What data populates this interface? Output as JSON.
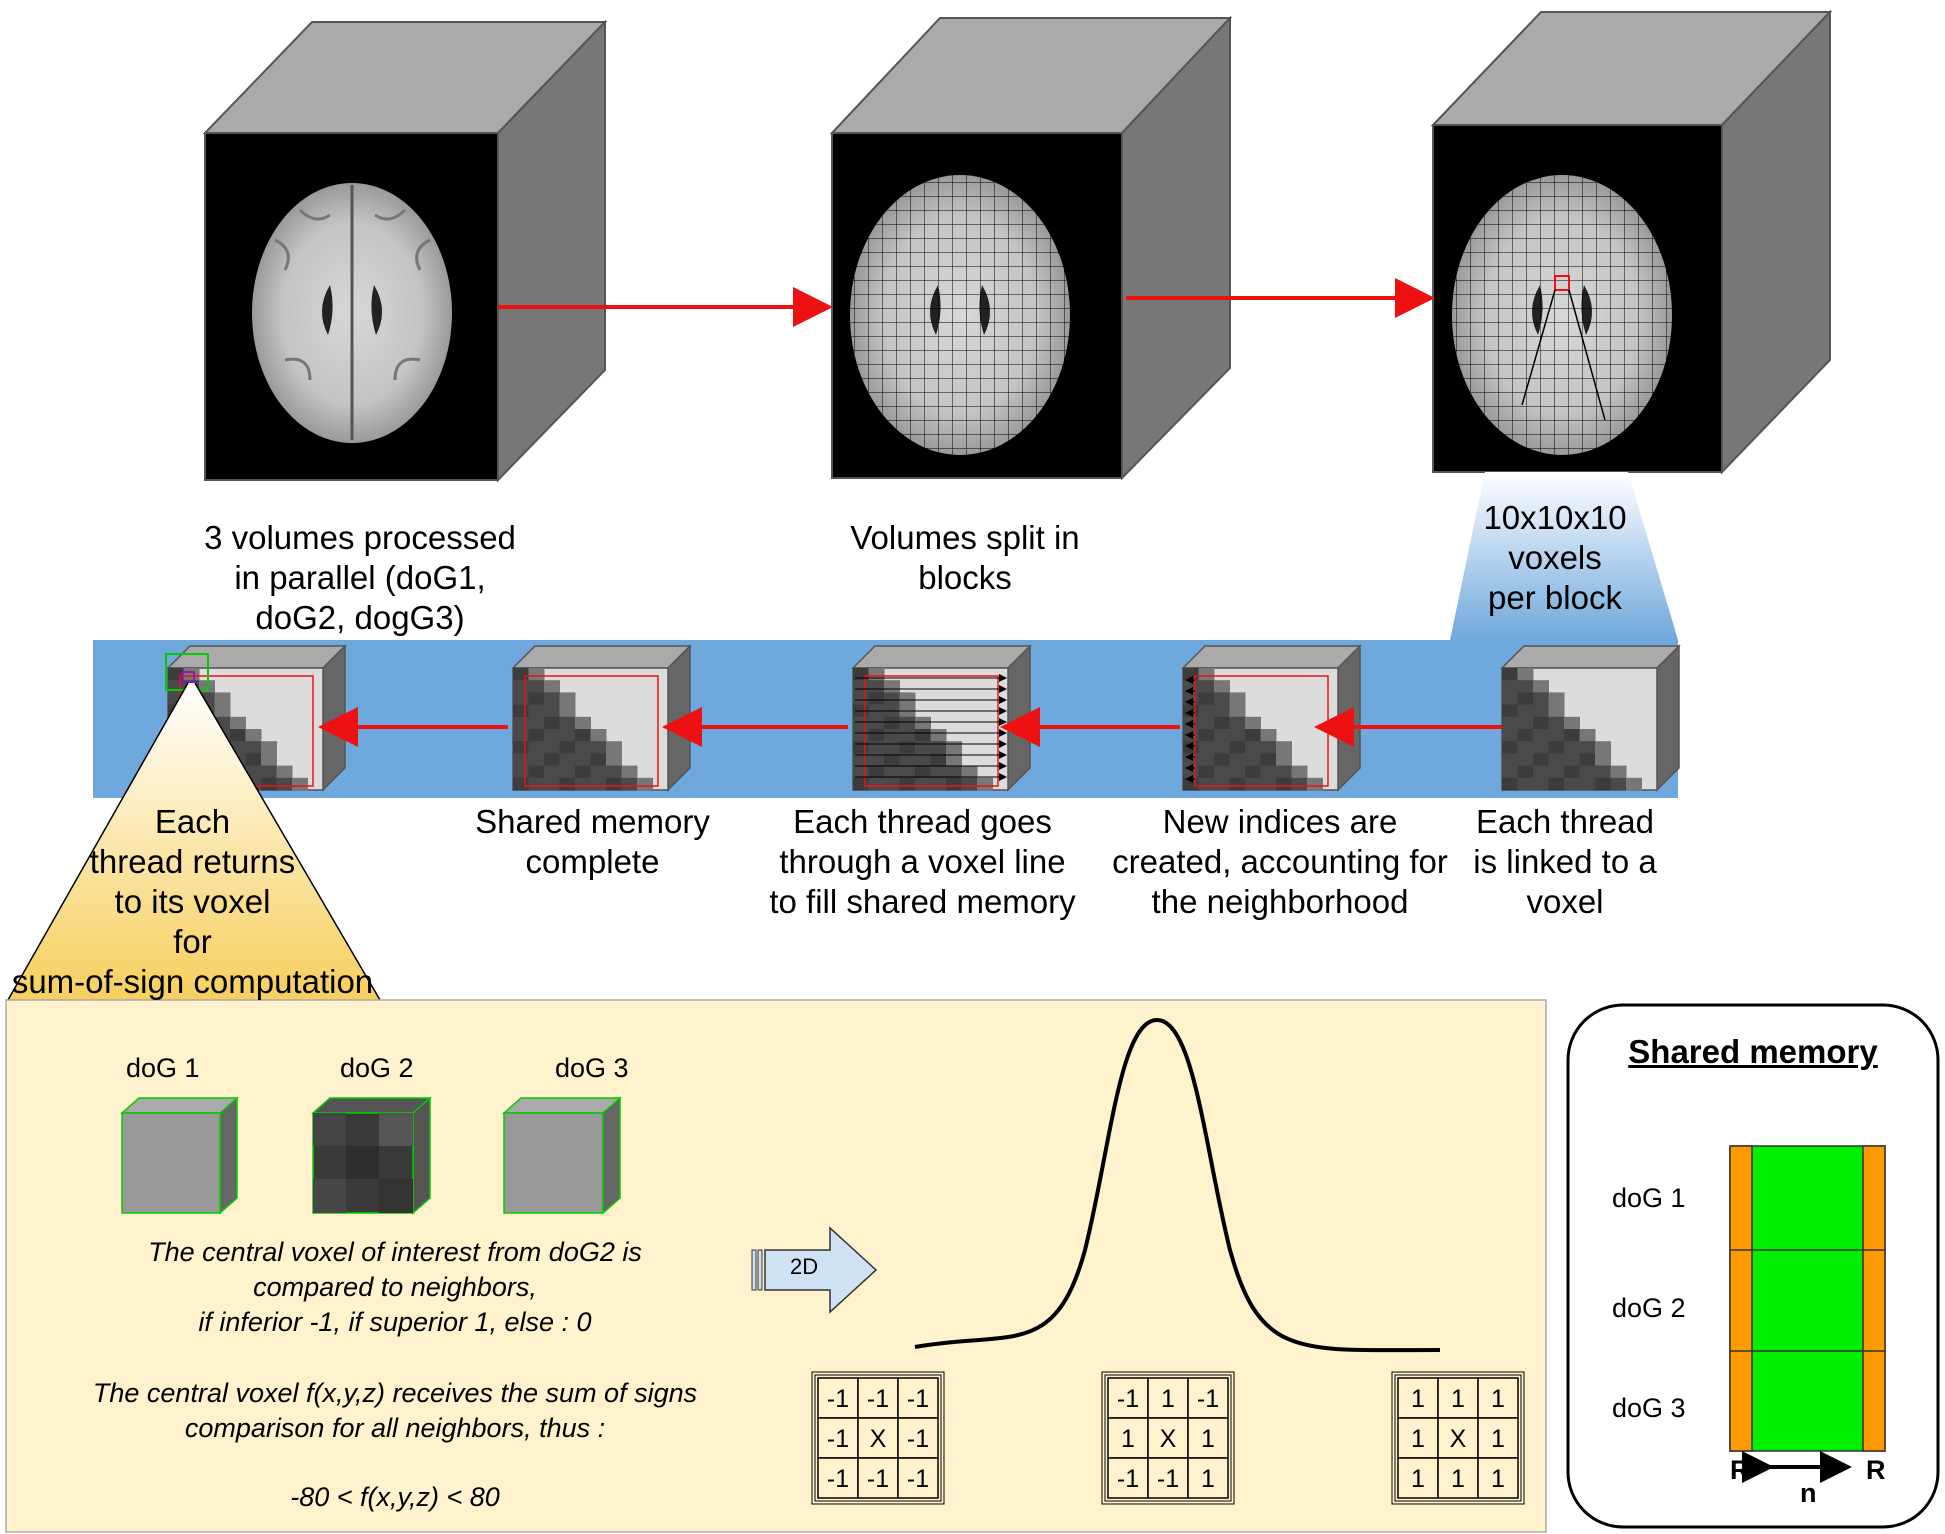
{
  "stages_top": [
    {
      "caption": "3 volumes processed in parallel (doG1, doG2, dogG3)"
    },
    {
      "caption": "Volumes split in blocks"
    },
    {
      "caption": "10x10x10 voxels per block"
    }
  ],
  "caption_lines": {
    "s1": [
      "3 volumes processed",
      "in parallel (doG1,",
      "doG2, dogG3)"
    ],
    "s2": [
      "Volumes split in",
      "blocks"
    ],
    "s3": [
      "10x10x10",
      "voxels",
      "per block"
    ],
    "b1": [
      "Each",
      "thread returns",
      "to its voxel",
      "for",
      "sum-of-sign computation"
    ],
    "b2": [
      "Shared memory",
      "complete"
    ],
    "b3": [
      "Each thread goes",
      "through a voxel line",
      "to fill shared memory"
    ],
    "b4": [
      "New indices are",
      "created, accounting for",
      "the neighborhood"
    ],
    "b5": [
      "Each thread",
      "is linked to a",
      "voxel"
    ]
  },
  "detail_panel": {
    "dog_labels": [
      "doG 1",
      "doG 2",
      "doG 3"
    ],
    "text1": [
      "The central voxel of interest from doG2 is",
      "compared to neighbors,",
      "if inferior -1, if superior 1, else : 0"
    ],
    "text2": [
      "The central voxel f(x,y,z) receives the sum of signs",
      "comparison for all neighbors, thus :"
    ],
    "text3": "-80 < f(x,y,z) < 80",
    "arrow_label": "2D",
    "grids": [
      [
        "-1",
        "-1",
        "-1",
        "-1",
        "X",
        "-1",
        "-1",
        "-1",
        "-1"
      ],
      [
        "-1",
        "1",
        "-1",
        "1",
        "X",
        "1",
        "-1",
        "-1",
        "1"
      ],
      [
        "1",
        "1",
        "1",
        "1",
        "X",
        "1",
        "1",
        "1",
        "1"
      ]
    ]
  },
  "shared_memory": {
    "title": "Shared memory",
    "rows": [
      "doG 1",
      "doG 2",
      "doG 3"
    ],
    "left_label": "R",
    "right_label": "R",
    "width_label": "n"
  },
  "colors": {
    "arrow_red": "#ee1111",
    "band_blue": "#6fa8dc",
    "panel_yellow": "#fff2cc",
    "green": "#00ee00",
    "orange": "#ff9900",
    "cube_top": "#aaaaaa",
    "cube_side": "#777777"
  }
}
